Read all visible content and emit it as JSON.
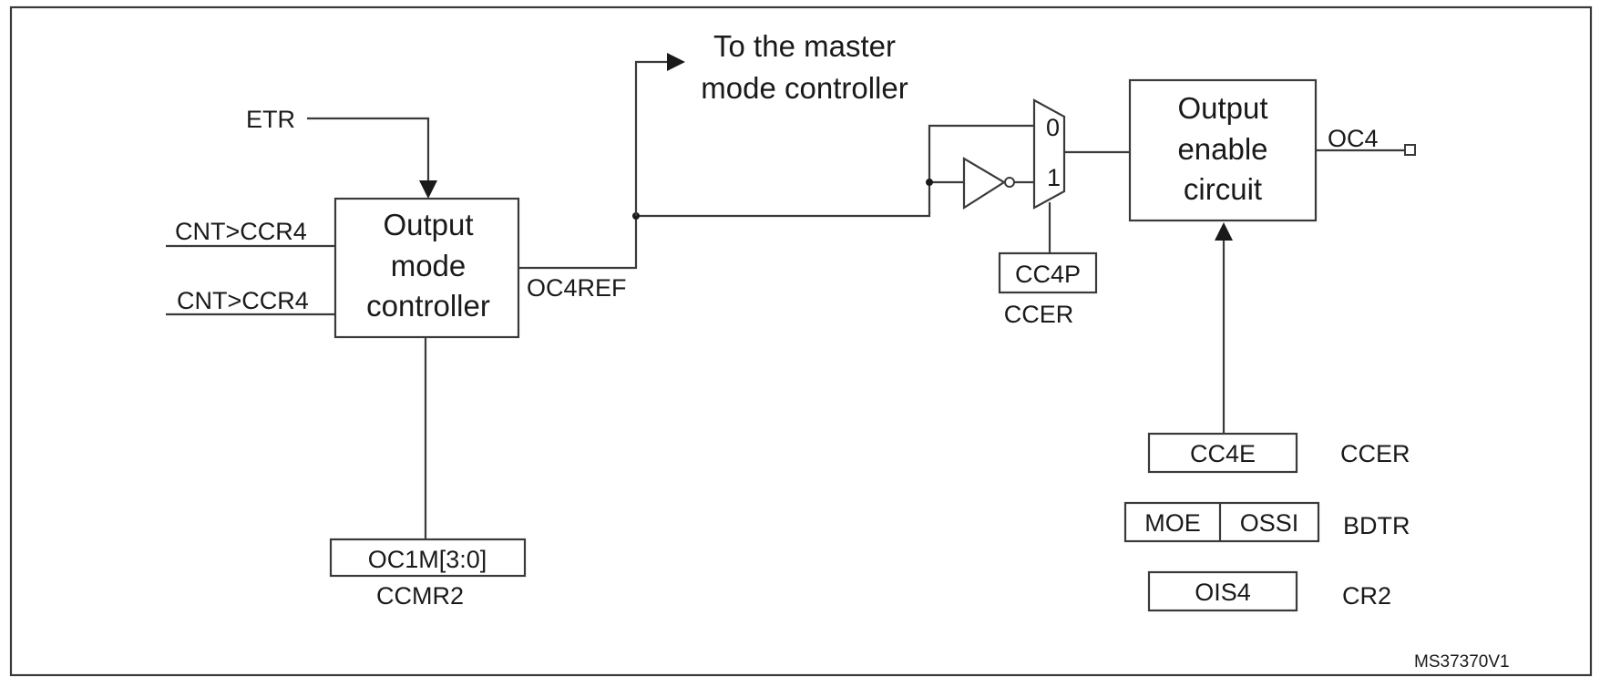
{
  "signals": {
    "etr": "ETR",
    "cnt_ccr4_a": "CNT>CCR4",
    "cnt_ccr4_b": "CNT>CCR4",
    "oc4ref": "OC4REF",
    "oc4": "OC4"
  },
  "master_mode": {
    "line1": "To the master",
    "line2": "mode controller"
  },
  "output_mode_controller": {
    "line1": "Output",
    "line2": "mode",
    "line3": "controller"
  },
  "output_enable_circuit": {
    "line1": "Output",
    "line2": "enable",
    "line3": "circuit"
  },
  "mux": {
    "input0": "0",
    "input1": "1"
  },
  "registers": {
    "oc1m": "OC1M[3:0]",
    "ccmr2": "CCMR2",
    "cc4p": "CC4P",
    "ccer_polarity": "CCER",
    "cc4e": "CC4E",
    "ccer_enable": "CCER",
    "moe": "MOE",
    "ossi": "OSSI",
    "bdtr": "BDTR",
    "ois4": "OIS4",
    "cr2": "CR2"
  },
  "figure_id": "MS37370V1"
}
